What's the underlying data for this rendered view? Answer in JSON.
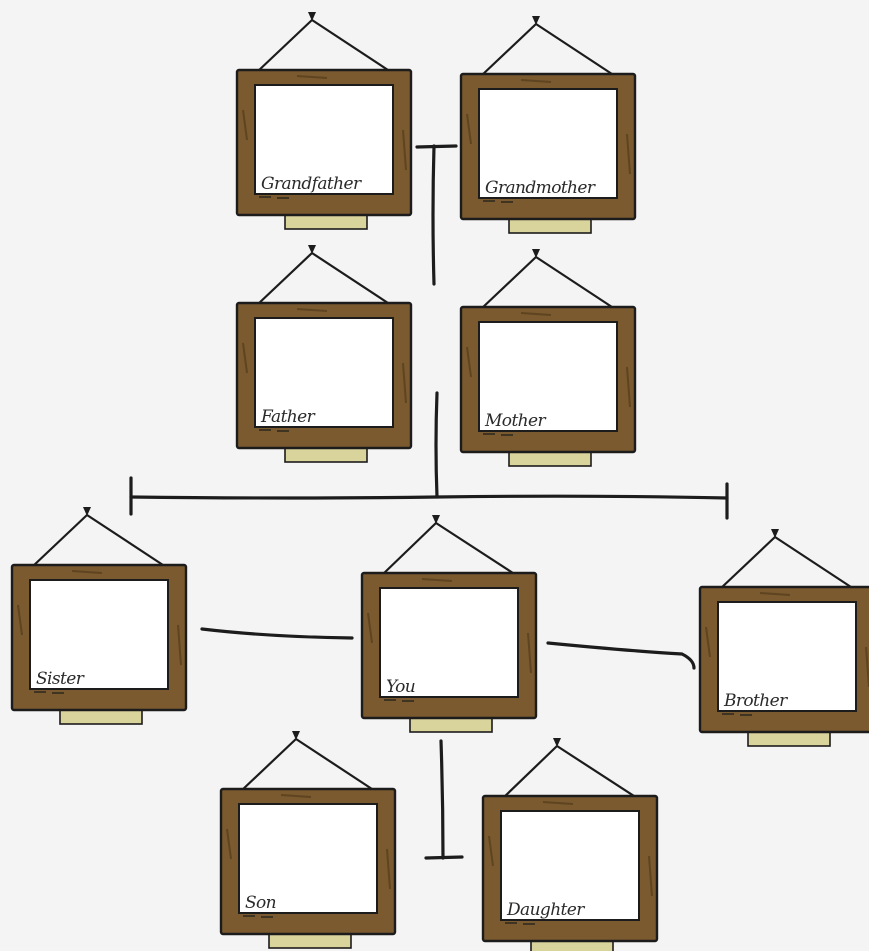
{
  "diagram": {
    "type": "family-tree",
    "frames": [
      {
        "id": "grandfather",
        "label": "Grandfather"
      },
      {
        "id": "grandmother",
        "label": "Grandmother"
      },
      {
        "id": "father",
        "label": "Father"
      },
      {
        "id": "mother",
        "label": "Mother"
      },
      {
        "id": "sister",
        "label": "Sister"
      },
      {
        "id": "you",
        "label": "You"
      },
      {
        "id": "brother",
        "label": "Brother"
      },
      {
        "id": "son",
        "label": "Son"
      },
      {
        "id": "daughter",
        "label": "Daughter"
      }
    ]
  },
  "colors": {
    "background": "#f4f4f4",
    "frame_wood": "#7a5a2e",
    "frame_wood_dark": "#5e4420",
    "picture": "#ffffff",
    "plaque": "#d9d39c",
    "ink": "#1c1c1c"
  }
}
